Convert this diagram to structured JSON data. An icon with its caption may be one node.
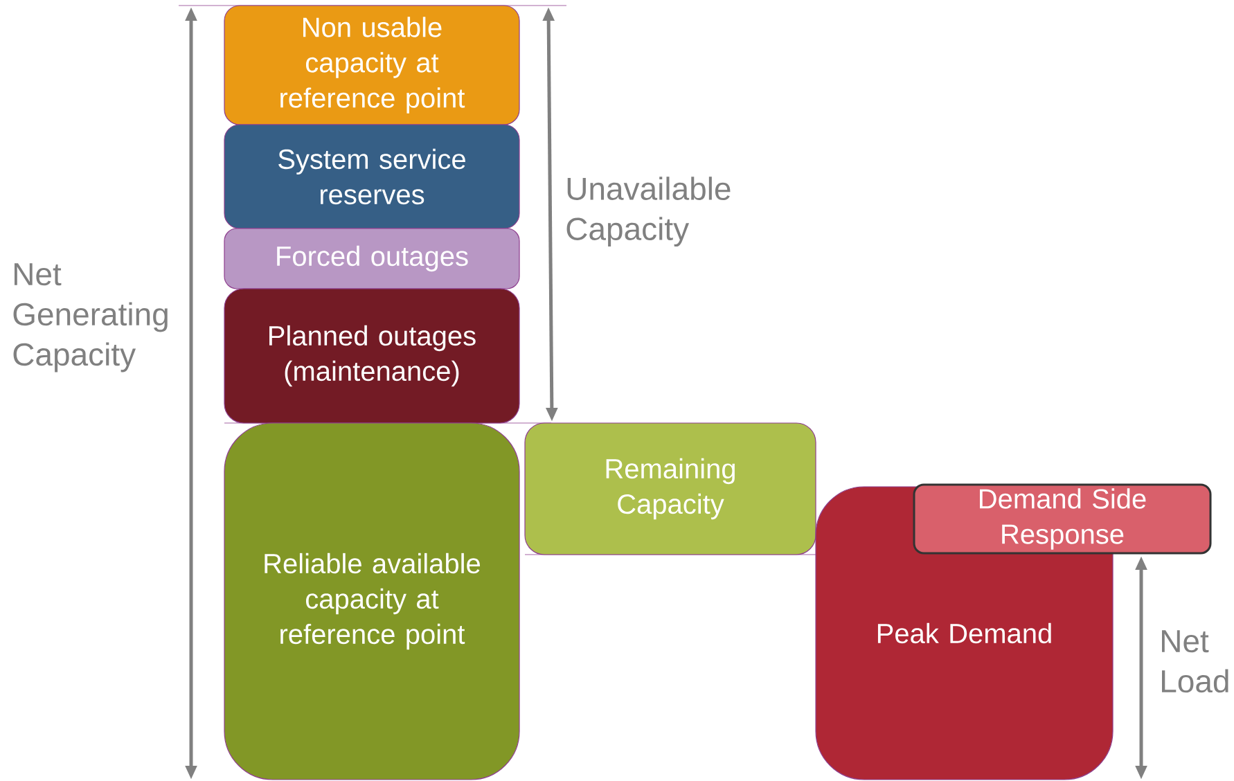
{
  "diagram": {
    "nodes": [
      {
        "text": [
          "Non usable capacity at reference point"
        ]
      },
      {
        "text": [
          "System service reserves"
        ]
      },
      {
        "text": [
          "Forced outages"
        ]
      },
      {
        "text": [
          "Planned outages (maintenance)"
        ]
      },
      {
        "text": [
          "Reliable available capacity at reference point"
        ]
      },
      {
        "text": [
          "Remaining Capacity"
        ]
      },
      {
        "text": [
          "Peak Demand"
        ]
      },
      {
        "text": [
          "Demand Side Response"
        ]
      }
    ],
    "labels": [
      "Net Generating Capacity",
      "Unavailable Capacity",
      "Net Load"
    ]
  }
}
